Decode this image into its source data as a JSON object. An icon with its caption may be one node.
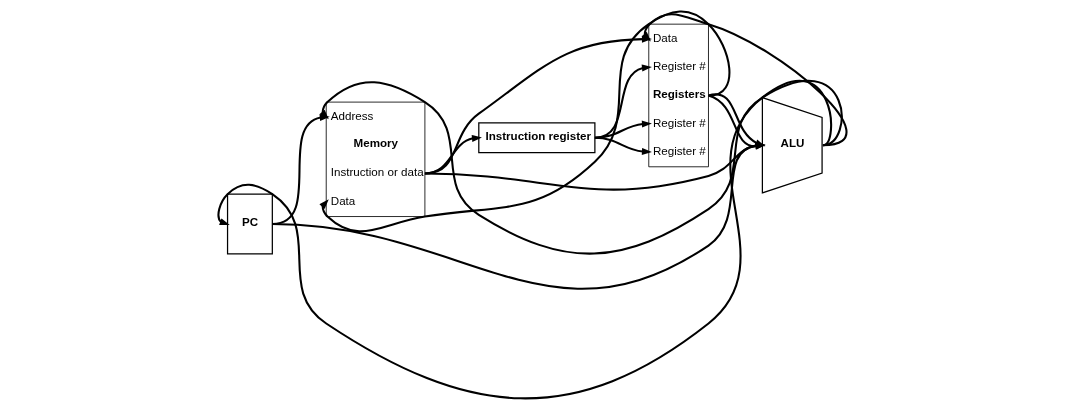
{
  "diagram": {
    "nodes": [
      {
        "text": [
          "PC"
        ]
      },
      {
        "text": [
          "Address",
          "Memory",
          "Instruction or data",
          "Data"
        ]
      },
      {
        "text": [
          "Instruction register"
        ]
      },
      {
        "text": [
          "Data",
          "Register #",
          "Registers",
          "Register #",
          "Register #"
        ]
      },
      {
        "text": [
          "ALU"
        ]
      }
    ],
    "edges": [
      {
        "from": 4,
        "to": 0,
        "arrow": "to"
      },
      {
        "from": 4,
        "to": 3,
        "arrow": "to"
      },
      {
        "from": 4,
        "to": 1,
        "arrow": "to"
      },
      {
        "from": 0,
        "to": 1,
        "arrow": "to"
      },
      {
        "from": 0,
        "to": 4,
        "arrow": "to"
      },
      {
        "from": 1,
        "to": 2,
        "arrow": "to"
      },
      {
        "from": 1,
        "to": 3,
        "arrow": "to"
      },
      {
        "from": 1,
        "to": 4,
        "arrow": "to"
      },
      {
        "from": 2,
        "to": 3,
        "arrow": "to"
      },
      {
        "from": 2,
        "to": 3,
        "arrow": "to"
      },
      {
        "from": 2,
        "to": 3,
        "arrow": "to"
      },
      {
        "from": 3,
        "to": 4,
        "arrow": "to"
      },
      {
        "from": 3,
        "to": 4,
        "arrow": "to"
      },
      {
        "from": 3,
        "to": 1,
        "arrow": "to"
      }
    ]
  }
}
